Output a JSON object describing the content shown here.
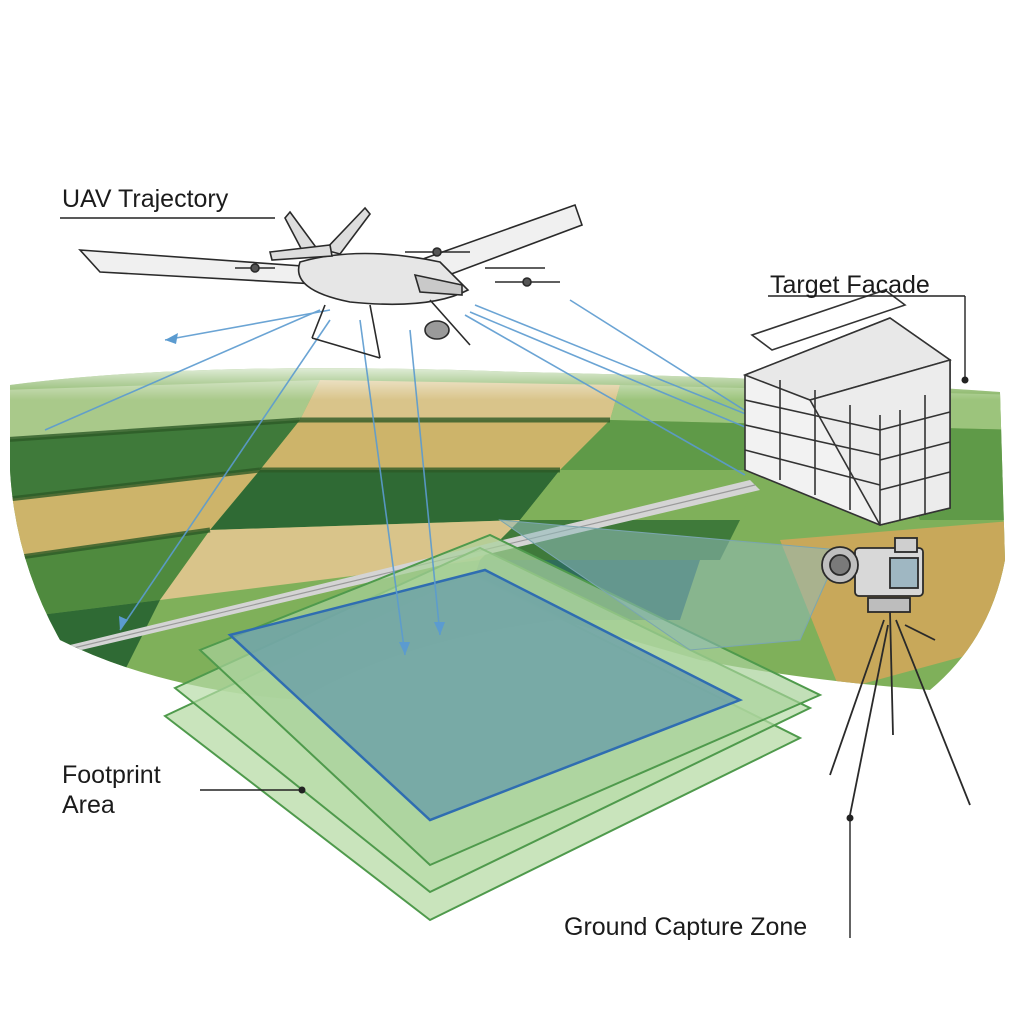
{
  "labels": {
    "uav_trajectory": "UAV Trajectory",
    "target_facade": "Target Facade",
    "footprint_line1": "Footprint",
    "footprint_line2": "Area",
    "ground_capture_zone": "Ground Capture Zone"
  },
  "colors": {
    "ray": "#5b9bd0",
    "footprint_fill": "#6a9fa8",
    "footprint_stroke": "#2f6db1",
    "layer_fill": "#b7dba6",
    "layer_stroke": "#4f9a4c",
    "field_dark": "#3f7a3a",
    "field_light": "#7fb05a",
    "field_wheat": "#cdb46a",
    "road": "#cfcfcf",
    "ink": "#222222"
  },
  "icons": [
    "uav-drone-icon",
    "camera-tripod-icon",
    "building-facade-icon"
  ]
}
